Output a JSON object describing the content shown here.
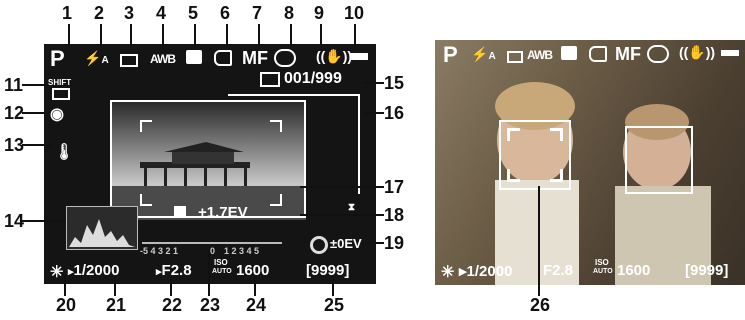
{
  "callouts": [
    "1",
    "2",
    "3",
    "4",
    "5",
    "6",
    "7",
    "8",
    "9",
    "10",
    "11",
    "12",
    "13",
    "14",
    "15",
    "16",
    "17",
    "18",
    "19",
    "20",
    "21",
    "22",
    "23",
    "24",
    "25",
    "26"
  ],
  "lcd": {
    "exposure_mode": "P",
    "flash_mode_icon": "flash-auto-icon",
    "flash_suffix": "A",
    "white_balance": "AWB",
    "focus_mode": "MF",
    "shift_label": "SHIFT",
    "frame_counter": "001/999",
    "exp_comp_value": "+1.7EV",
    "scale_neg_label": "-5 4 3 2 1",
    "scale_zero_label": "0",
    "scale_pos_label": "1 2 3 4 5",
    "ev_bracket": "±0EV",
    "shutter_prefix": "▸",
    "shutter_speed": "1/2000",
    "aperture_prefix": "▸",
    "aperture": "F2.8",
    "iso_label_top": "ISO",
    "iso_label_bottom": "AUTO",
    "iso_value": "1600",
    "shots_remaining": "[9999]"
  },
  "lcd2": {
    "exposure_mode": "P",
    "flash_suffix": "A",
    "white_balance": "AWB",
    "focus_mode": "MF",
    "shutter_speed": "1/2000",
    "aperture": "F2.8",
    "iso_label_top": "ISO",
    "iso_label_bottom": "AUTO",
    "iso_value": "1600",
    "shots_remaining": "[9999]"
  },
  "colors": {
    "text": "#111111",
    "lcd_bg": "#141414",
    "overlay": "#ffffff"
  }
}
